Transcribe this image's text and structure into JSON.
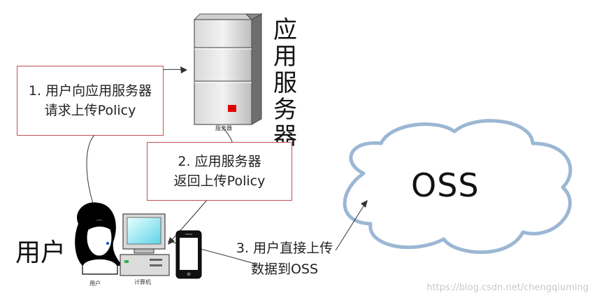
{
  "server": {
    "vertical_label": [
      "应",
      "用",
      "服",
      "务",
      "器"
    ],
    "caption": "服务器",
    "indicator_color": "#e00000"
  },
  "steps": {
    "step1": {
      "line1": "1. 用户向应用服务器",
      "line2": "请求上传Policy"
    },
    "step2": {
      "line1": "2. 应用服务器",
      "line2": "返回上传Policy"
    },
    "step3": {
      "line1": "3. 用户直接上传",
      "line2": "数据到OSS"
    }
  },
  "oss": {
    "label": "OSS",
    "outline_color": "#9bb7d4"
  },
  "user": {
    "label": "用户",
    "caption": "用户"
  },
  "computer": {
    "caption": "计算机"
  },
  "box_border_color": "#c0504d",
  "watermark": "https://blog.csdn.net/chengqiuming"
}
